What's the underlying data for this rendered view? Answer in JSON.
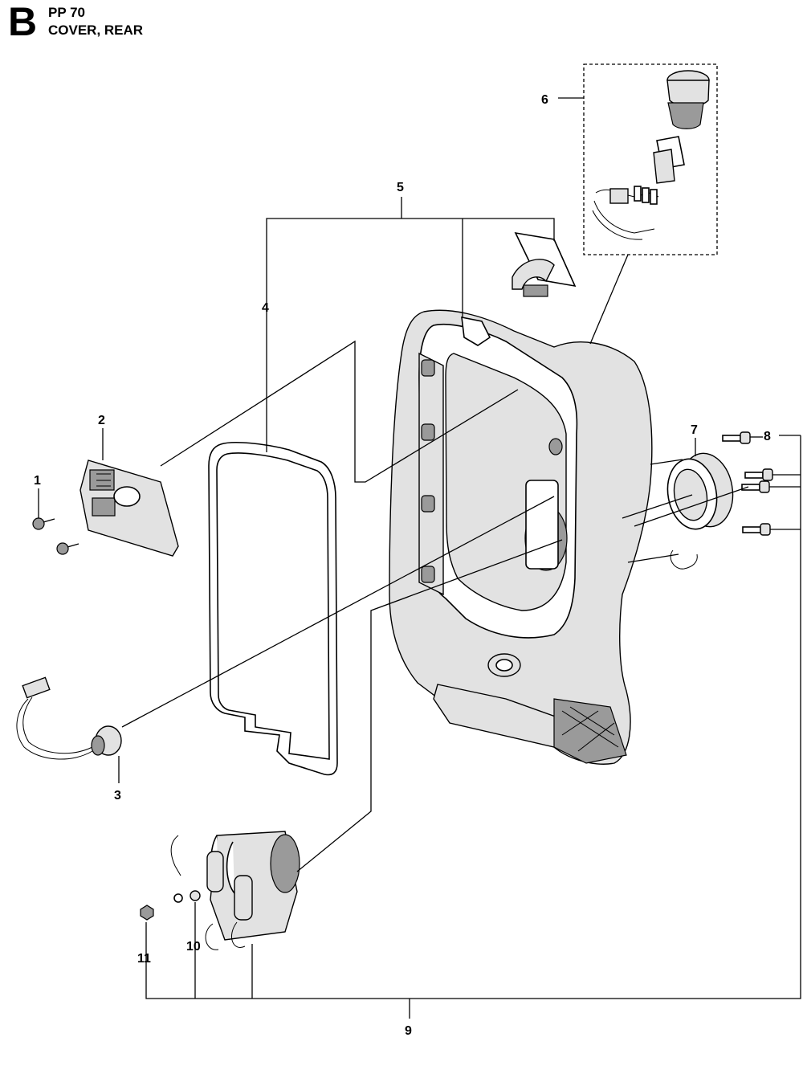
{
  "header": {
    "section_letter": "B",
    "model": "PP 70",
    "title": "COVER, REAR"
  },
  "callouts": [
    {
      "id": "1",
      "label": "1"
    },
    {
      "id": "2",
      "label": "2"
    },
    {
      "id": "3",
      "label": "3"
    },
    {
      "id": "4",
      "label": "4"
    },
    {
      "id": "5",
      "label": "5"
    },
    {
      "id": "6",
      "label": "6"
    },
    {
      "id": "7",
      "label": "7"
    },
    {
      "id": "8",
      "label": "8"
    },
    {
      "id": "9",
      "label": "9"
    },
    {
      "id": "10",
      "label": "10"
    },
    {
      "id": "11",
      "label": "11"
    }
  ]
}
